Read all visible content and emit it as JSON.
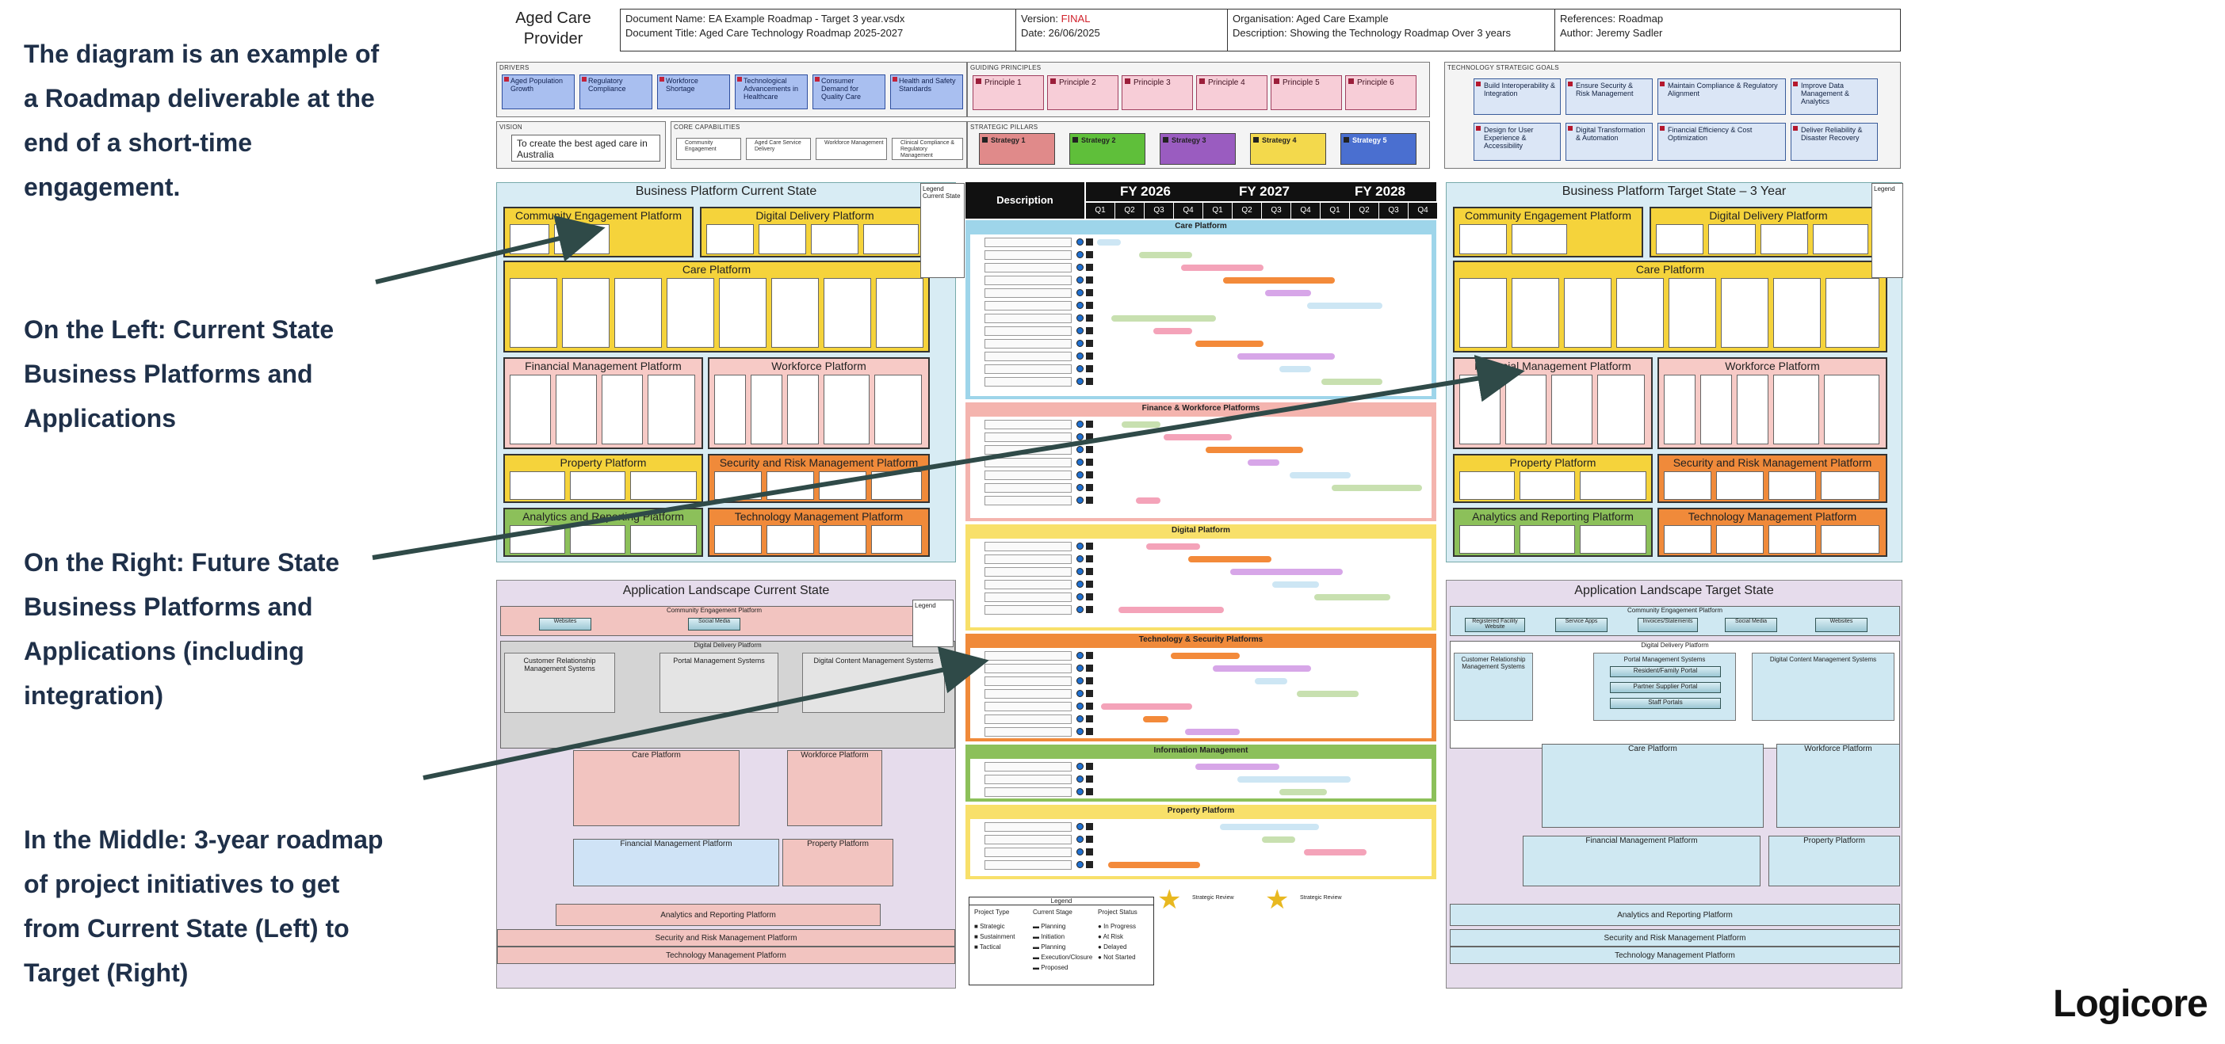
{
  "notes": {
    "intro": [
      "The diagram is an example of",
      "a Roadmap deliverable at the",
      "end of a short-time",
      "engagement."
    ],
    "left": [
      "On the Left: Current State",
      "Business Platforms and",
      "Applications"
    ],
    "right": [
      "On the Right: Future State",
      "Business Platforms and",
      "Applications (including",
      "integration)"
    ],
    "middle": [
      "In the Middle: 3-year roadmap",
      "of project initiatives to get",
      "from Current State (Left) to",
      "Target (Right)"
    ]
  },
  "header": {
    "org_line1": "Aged Care",
    "org_line2": "Provider",
    "doc_name": "Document Name: EA Example Roadmap - Target 3 year.vsdx",
    "doc_title": "Document Title: Aged Care Technology Roadmap 2025-2027",
    "version_label": "Version: ",
    "version_value": "FINAL",
    "date": "Date: 26/06/2025",
    "organisation": "Organisation: Aged Care Example",
    "description": "Description: Showing the Technology Roadmap Over 3 years",
    "references": "References: Roadmap",
    "author": "Author: Jeremy Sadler"
  },
  "drivers": {
    "label": "DRIVERS",
    "items": [
      "Aged Population Growth",
      "Regulatory Compliance",
      "Workforce Shortage",
      "Technological Advancements in Healthcare",
      "Consumer Demand for Quality Care",
      "Health and Safety Standards"
    ]
  },
  "vision": {
    "label": "VISION",
    "text": "To create the best aged care in Australia"
  },
  "core_capabilities": {
    "label": "CORE CAPABILITIES",
    "items": [
      "Community Engagement",
      "Aged Care Service Delivery",
      "Workforce Management",
      "Clinical Compliance & Regulatory Management"
    ]
  },
  "guiding_principles": {
    "label": "GUIDING PRINCIPLES",
    "items": [
      "Principle 1",
      "Principle 2",
      "Principle 3",
      "Principle 4",
      "Principle 5",
      "Principle 6"
    ]
  },
  "strategic_pillars": {
    "label": "STRATEGIC PILLARS",
    "items": [
      "Strategy 1",
      "Strategy 2",
      "Strategy 3",
      "Strategy 4",
      "Strategy 5"
    ],
    "colors": [
      "#e08a8a",
      "#5fbf3a",
      "#9a5cc0",
      "#f3d94c",
      "#4a6fd0"
    ]
  },
  "goals": {
    "label": "TECHNOLOGY STRATEGIC GOALS",
    "items": [
      "Build Interoperability & Integration",
      "Ensure Security & Risk Management",
      "Maintain Compliance & Regulatory Alignment",
      "Improve Data Management & Analytics",
      "Design for User Experience & Accessibility",
      "Digital Transformation & Automation",
      "Financial Efficiency & Cost Optimization",
      "Deliver Reliability & Disaster Recovery"
    ]
  },
  "current_state": {
    "title": "Business Platform Current State",
    "legend_title": "Legend",
    "legend_sub": "Current State",
    "platforms": [
      "Community Engagement Platform",
      "Digital Delivery Platform",
      "Care Platform",
      "Financial Management Platform",
      "Workforce Platform",
      "Property Platform",
      "Security and Risk Management Platform",
      "Analytics and Reporting Platform",
      "Technology Management Platform"
    ]
  },
  "target_state": {
    "title": "Business Platform Target State – 3 Year",
    "legend_title": "Legend",
    "platforms": [
      "Community Engagement Platform",
      "Digital Delivery Platform",
      "Care Platform",
      "Financial Management Platform",
      "Workforce Platform",
      "Property Platform",
      "Security and Risk Management Platform",
      "Analytics and Reporting Platform",
      "Technology Management Platform"
    ]
  },
  "roadmap": {
    "description_label": "Description",
    "years": [
      "FY 2026",
      "FY 2027",
      "FY 2028"
    ],
    "quarters": [
      "Q1",
      "Q2",
      "Q3",
      "Q4",
      "Q1",
      "Q2",
      "Q3",
      "Q4",
      "Q1",
      "Q2",
      "Q3",
      "Q4"
    ],
    "sections": [
      "Care Platform",
      "Finance & Workforce Platforms",
      "Digital Platform",
      "Technology & Security Platforms",
      "Information Management",
      "Property Platform"
    ],
    "legend": {
      "title": "Legend",
      "cols": [
        "Project Type",
        "Current Stage",
        "Project Status"
      ],
      "types": [
        "Strategic",
        "Sustainment",
        "Tactical"
      ],
      "stages": [
        "Planning",
        "Initiation",
        "Planning",
        "Execution/Closure",
        "Proposed"
      ],
      "statuses": [
        "In Progress",
        "At Risk",
        "Delayed",
        "Not Started"
      ]
    },
    "star_labels": [
      "Strategic Review",
      "Strategic Review"
    ]
  },
  "app_current": {
    "title": "Application Landscape Current State",
    "community": "Community Engagement Platform",
    "community_apps": [
      "Websites",
      "Social Media"
    ],
    "digital": "Digital Delivery Platform",
    "crm": "Customer Relationship Management Systems",
    "portal": "Portal Management Systems",
    "dcm": "Digital Content Management Systems",
    "care": "Care Platform",
    "workforce": "Workforce Platform",
    "financial": "Financial Management Platform",
    "property": "Property Platform",
    "analytics": "Analytics and Reporting Platform",
    "security": "Security and Risk Management Platform",
    "technology": "Technology Management Platform",
    "legend_title": "Legend"
  },
  "app_target": {
    "title": "Application Landscape Target State",
    "community": "Community Engagement Platform",
    "community_apps": [
      "Registered Facility Website",
      "Service Apps",
      "Invoices/Statements",
      "Social Media",
      "Websites"
    ],
    "digital": "Digital Delivery Platform",
    "crm": "Customer Relationship Management Systems",
    "portal": "Portal Management Systems",
    "portal_items": [
      "Resident/Family Portal",
      "Partner Supplier Portal",
      "Staff Portals"
    ],
    "dcm": "Digital Content Management Systems",
    "care": "Care Platform",
    "workforce": "Workforce Platform",
    "financial": "Financial Management Platform",
    "property": "Property Platform",
    "analytics": "Analytics and Reporting Platform",
    "security": "Security and Risk Management Platform",
    "technology": "Technology Management Platform"
  },
  "logo": "Logicore",
  "colors": {
    "note": "#1f3049",
    "arrow": "#2f4a48",
    "accent": "#f5b400"
  }
}
